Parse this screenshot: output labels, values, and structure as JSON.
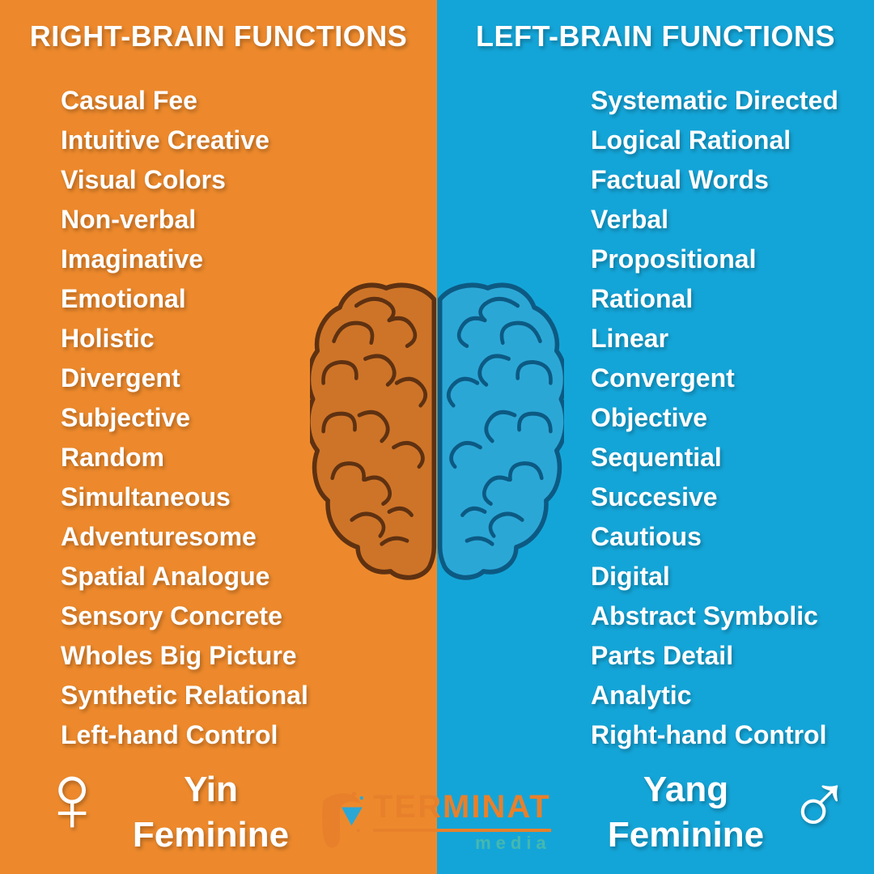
{
  "left_panel": {
    "title": "RIGHT-BRAIN FUNCTIONS",
    "background_color": "#ED892C",
    "items": [
      "Casual Fee",
      "Intuitive Creative",
      "Visual Colors",
      "Non-verbal",
      "Imaginative",
      "Emotional",
      "Holistic",
      "Divergent",
      "Subjective",
      "Random",
      "Simultaneous",
      "Adventuresome",
      "Spatial Analogue",
      "Sensory Concrete",
      "Wholes Big Picture",
      "Synthetic Relational",
      "Left-hand Control"
    ],
    "footer": {
      "symbol": "♀",
      "symbol_name": "female-symbol",
      "line1": "Yin",
      "line2": "Feminine"
    }
  },
  "right_panel": {
    "title": "LEFT-BRAIN FUNCTIONS",
    "background_color": "#14A5D8",
    "items": [
      "Systematic Directed",
      "Logical Rational",
      "Factual Words",
      "Verbal",
      "Propositional",
      "Rational",
      "Linear",
      "Convergent",
      "Objective",
      "Sequential",
      "Succesive",
      "Cautious",
      "Digital",
      "Abstract Symbolic",
      "Parts Detail",
      "Analytic",
      "Right-hand Control"
    ],
    "footer": {
      "symbol": "♂",
      "symbol_name": "male-symbol",
      "line1": "Yang",
      "line2": "Feminine"
    }
  },
  "brain": {
    "left_fill": "#CE7428",
    "left_outline": "#5E3111",
    "right_fill": "#2BA7D6",
    "right_outline": "#0C5A83"
  },
  "logo": {
    "name": "TERMINAT",
    "subtitle": "media",
    "name_color": "#E8802B",
    "subtitle_color": "#45B8B0",
    "icon_accent": "#2BA7D6"
  }
}
